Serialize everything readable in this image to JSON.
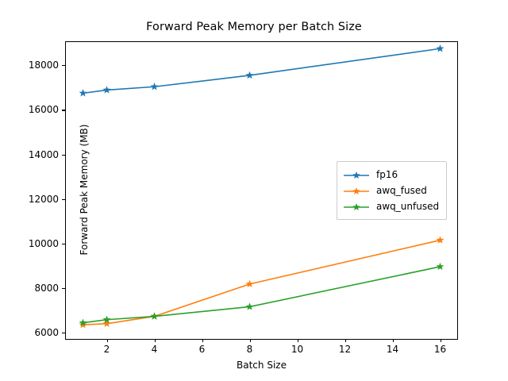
{
  "chart_data": {
    "type": "line",
    "title": "Forward Peak Memory per Batch Size",
    "xlabel": "Batch Size",
    "ylabel": "Forward Peak Memory (MB)",
    "x": [
      1,
      2,
      4,
      8,
      16
    ],
    "xlim": [
      0.25,
      16.75
    ],
    "ylim": [
      5680,
      19080
    ],
    "xticks": [
      2,
      4,
      6,
      8,
      10,
      12,
      14,
      16
    ],
    "xtick_labels": [
      "2",
      "4",
      "6",
      "8",
      "10",
      "12",
      "14",
      "16"
    ],
    "yticks": [
      6000,
      8000,
      10000,
      12000,
      14000,
      16000,
      18000
    ],
    "ytick_labels": [
      "6000",
      "8000",
      "10000",
      "12000",
      "14000",
      "16000",
      "18000"
    ],
    "grid": false,
    "legend_position": "center right",
    "marker": "star",
    "series": [
      {
        "name": "fp16",
        "color": "#1f77b4",
        "values": [
          16750,
          16890,
          17040,
          17550,
          18750
        ]
      },
      {
        "name": "awq_fused",
        "color": "#ff7f0e",
        "values": [
          6350,
          6400,
          6730,
          8180,
          10150
        ]
      },
      {
        "name": "awq_unfused",
        "color": "#2ca02c",
        "values": [
          6440,
          6580,
          6730,
          7160,
          8960
        ]
      }
    ]
  },
  "figure": {
    "background": "#ffffff",
    "axis_color": "#000000"
  }
}
